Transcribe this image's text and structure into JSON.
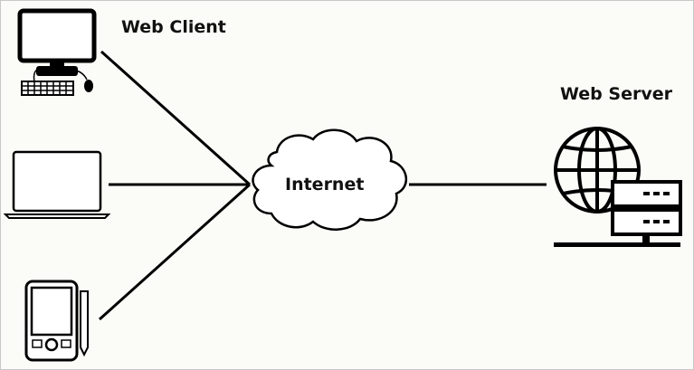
{
  "diagram": {
    "client_label": "Web Client",
    "cloud_label": "Internet",
    "server_label": "Web Server"
  },
  "icons": [
    "desktop-computer-icon",
    "laptop-icon",
    "tablet-stylus-icon",
    "cloud-icon",
    "web-server-icon"
  ],
  "colors": {
    "stroke": "#000000",
    "background": "#fbfbf8"
  }
}
